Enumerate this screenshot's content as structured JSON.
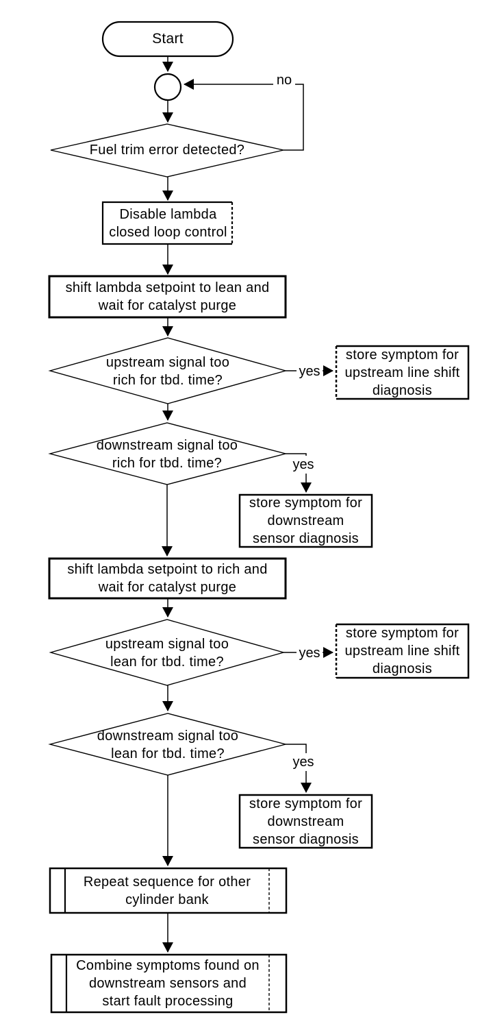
{
  "diagram": {
    "type": "flowchart",
    "colors": {
      "ink": "#000000",
      "paper": "#ffffff"
    },
    "nodes": {
      "start": {
        "shape": "terminator",
        "label": "Start"
      },
      "loop_connector": {
        "shape": "connector-circle",
        "label": ""
      },
      "fuel_trim_decision": {
        "shape": "decision",
        "label": "Fuel trim error detected?"
      },
      "disable_lambda": {
        "shape": "process",
        "label": "Disable lambda\nclosed loop control"
      },
      "shift_lean": {
        "shape": "process",
        "label": "shift lambda setpoint to lean and\nwait for catalyst purge"
      },
      "upstream_rich_decision": {
        "shape": "decision",
        "label": "upstream signal too\nrich for tbd. time?"
      },
      "store_upstream_1": {
        "shape": "process",
        "label": "store symptom for\nupstream line shift\ndiagnosis"
      },
      "downstream_rich_decision": {
        "shape": "decision",
        "label": "downstream signal too\nrich for tbd. time?"
      },
      "store_downstream_1": {
        "shape": "process",
        "label": "store symptom for\ndownstream\nsensor diagnosis"
      },
      "shift_rich": {
        "shape": "process",
        "label": "shift lambda setpoint to rich and\nwait for catalyst purge"
      },
      "upstream_lean_decision": {
        "shape": "decision",
        "label": "upstream signal too\nlean for tbd. time?"
      },
      "store_upstream_2": {
        "shape": "process",
        "label": "store symptom for\nupstream line shift\ndiagnosis"
      },
      "downstream_lean_decision": {
        "shape": "decision",
        "label": "downstream signal too\nlean for tbd. time?"
      },
      "store_downstream_2": {
        "shape": "process",
        "label": "store symptom for\ndownstream\nsensor diagnosis"
      },
      "repeat_sequence": {
        "shape": "predefined-process",
        "label": "Repeat sequence for other\ncylinder bank"
      },
      "combine_symptoms": {
        "shape": "predefined-process",
        "label": "Combine symptoms found on\ndownstream sensors and\nstart fault processing"
      }
    },
    "edge_labels": {
      "no": "no",
      "yes_upstream_rich": "yes",
      "yes_downstream_rich": "yes",
      "yes_upstream_lean": "yes",
      "yes_downstream_lean": "yes"
    }
  }
}
